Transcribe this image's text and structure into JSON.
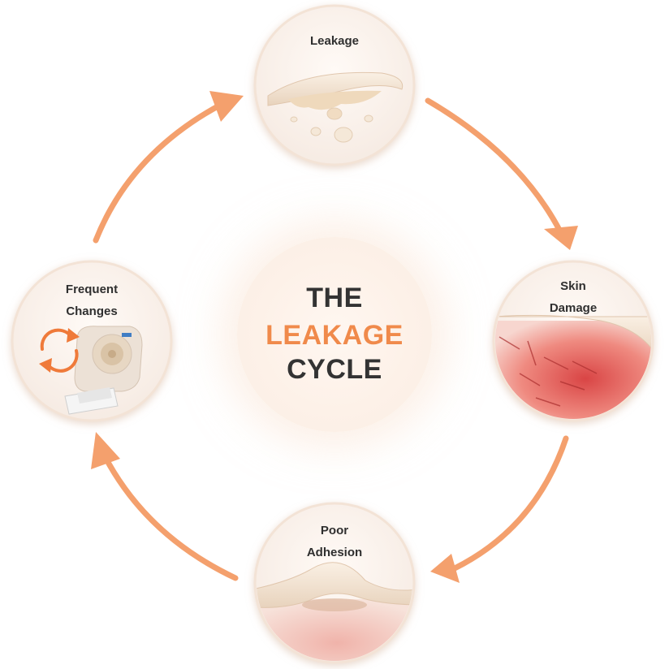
{
  "title": {
    "line1": "THE",
    "line2": "LEAKAGE",
    "line3": "CYCLE"
  },
  "nodes": {
    "leakage": {
      "label": "Leakage"
    },
    "skin_damage": {
      "line1": "Skin",
      "line2": "Damage"
    },
    "poor_adhesion": {
      "line1": "Poor",
      "line2": "Adhesion"
    },
    "frequent_changes": {
      "line1": "Frequent",
      "line2": "Changes"
    }
  },
  "colors": {
    "accent": "#f08a4b",
    "arrow": "#f4a06d",
    "text": "#333333"
  },
  "icons": [
    "refresh-icon",
    "ostomy-pouch-icon",
    "droplet-icon"
  ]
}
